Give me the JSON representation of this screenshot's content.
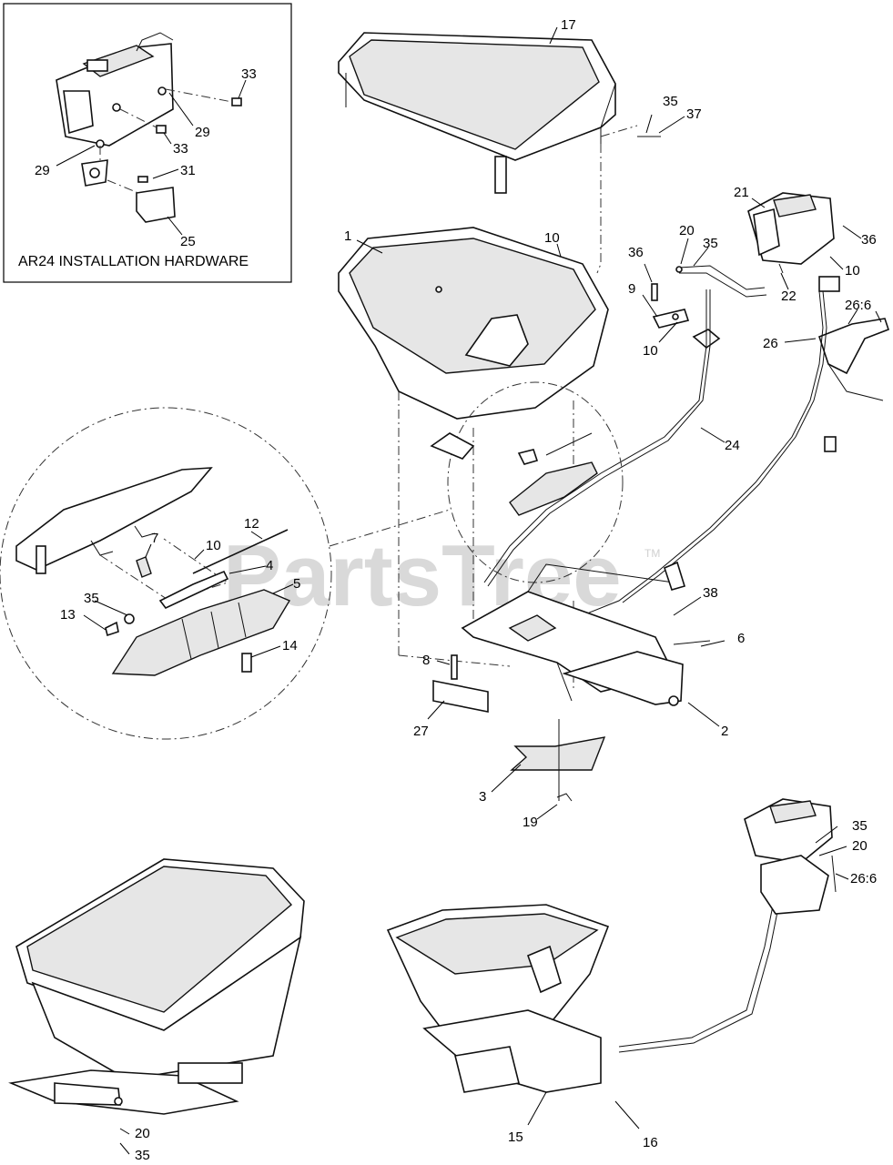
{
  "inset": {
    "caption": "AR24 INSTALLATION HARDWARE"
  },
  "watermark": {
    "text": "PartsTree",
    "tm": "TM"
  },
  "callouts": {
    "c17": "17",
    "c35a": "35",
    "c37": "37",
    "c1": "1",
    "c10a": "10",
    "c21": "21",
    "c36a": "36",
    "c20a": "20",
    "c35b": "35",
    "c36b": "36",
    "c10b": "10",
    "c9": "9",
    "c10c": "10",
    "c22": "22",
    "c26_6a": "26:6",
    "c26": "26",
    "c24": "24",
    "c12": "12",
    "c7": "7",
    "c10d": "10",
    "c4": "4",
    "c5": "5",
    "c35c": "35",
    "c13": "13",
    "c14": "14",
    "c38": "38",
    "c6": "6",
    "c8": "8",
    "c2": "2",
    "c27": "27",
    "c3": "3",
    "c19": "19",
    "c33a": "33",
    "c29a": "29",
    "c33b": "33",
    "c29b": "29",
    "c31": "31",
    "c25": "25",
    "c35d": "35",
    "c20b": "20",
    "c26_6b": "26:6",
    "c20c": "20",
    "c35e": "35",
    "c15": "15",
    "c16": "16"
  }
}
